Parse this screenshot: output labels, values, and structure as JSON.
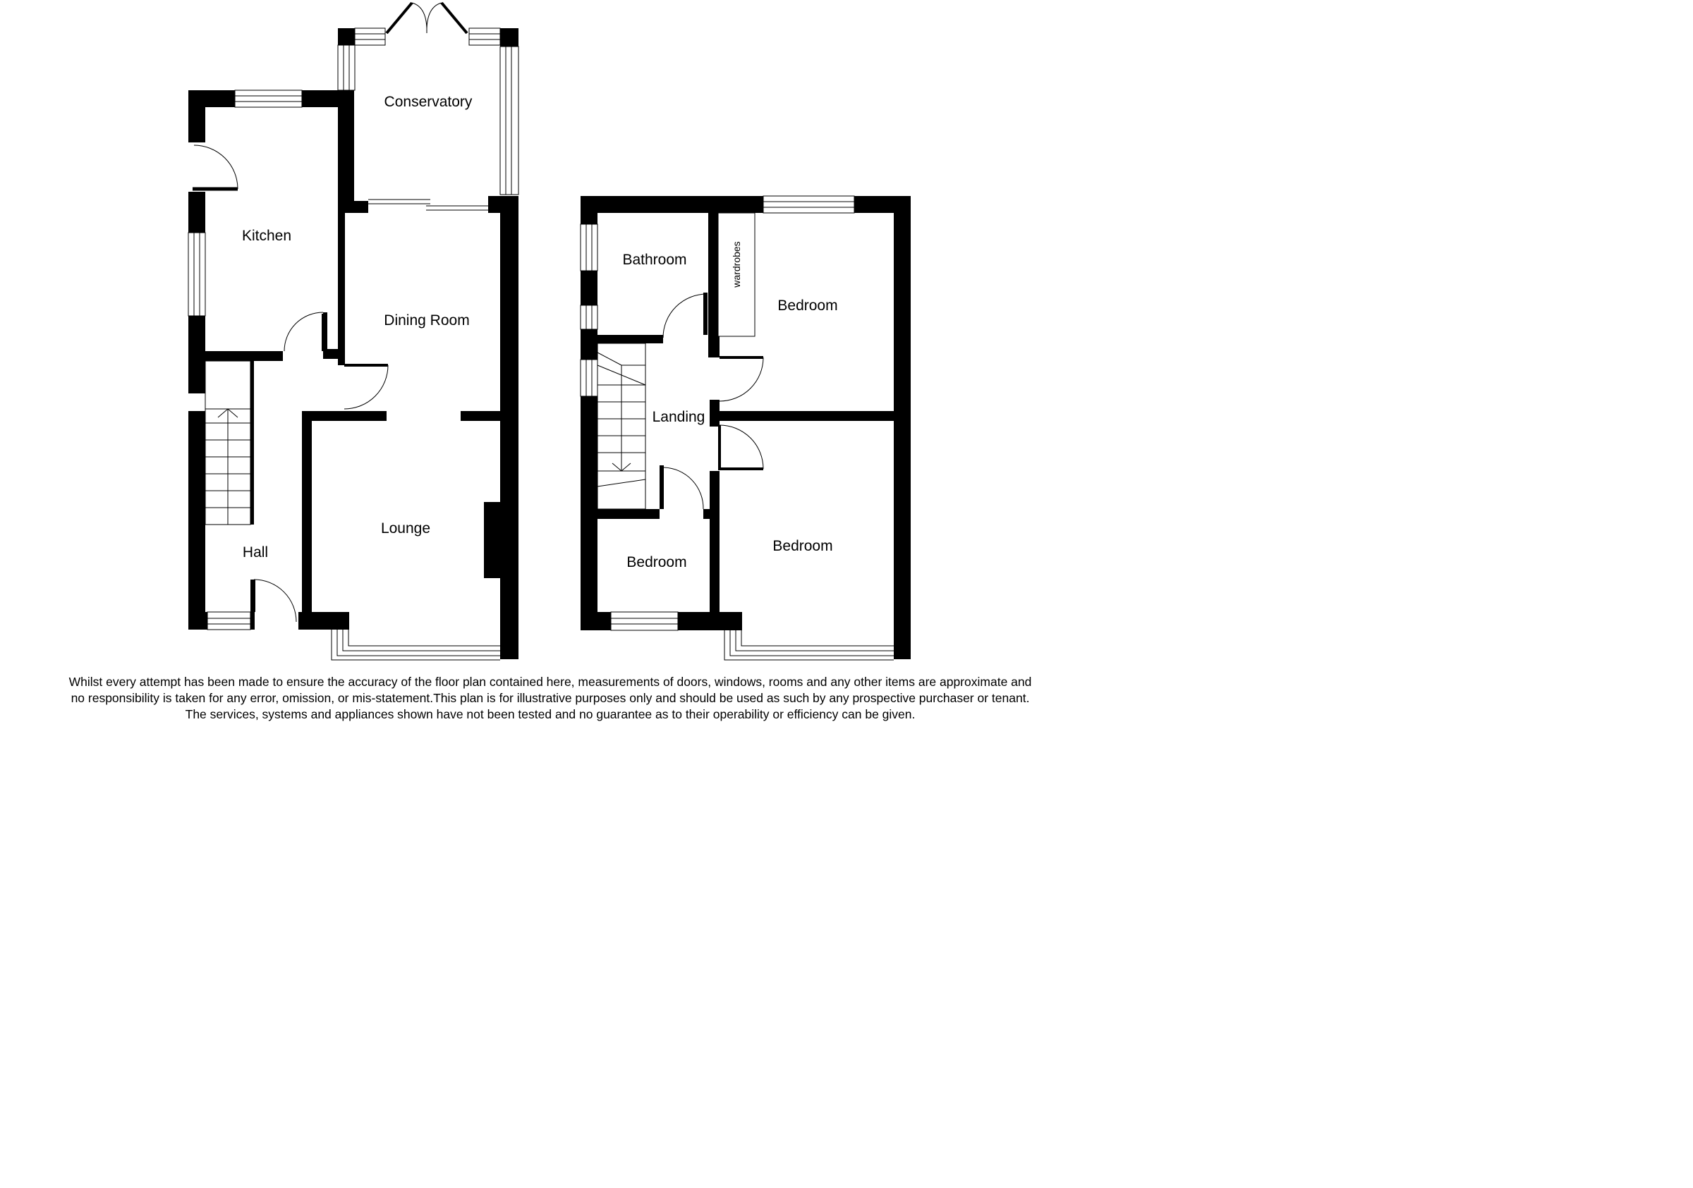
{
  "ground_floor": {
    "rooms": {
      "conservatory": "Conservatory",
      "kitchen": "Kitchen",
      "dining_room": "Dining Room",
      "lounge": "Lounge",
      "hall": "Hall"
    }
  },
  "first_floor": {
    "rooms": {
      "bathroom": "Bathroom",
      "bedroom_rear": "Bedroom",
      "landing": "Landing",
      "bedroom_small": "Bedroom",
      "bedroom_front": "Bedroom"
    },
    "wardrobes": "wardrobes"
  },
  "disclaimer": {
    "line1": "Whilst every attempt has been made to ensure the accuracy of the floor plan contained here, measurements of doors, windows, rooms and any other items are approximate and",
    "line2": "no responsibility is taken for any error, omission, or mis-statement.This plan is for illustrative purposes only and should be used as such by any prospective purchaser or tenant.",
    "line3": "The services, systems and appliances shown have not been tested and no guarantee as to their operability or efficiency can be given."
  }
}
